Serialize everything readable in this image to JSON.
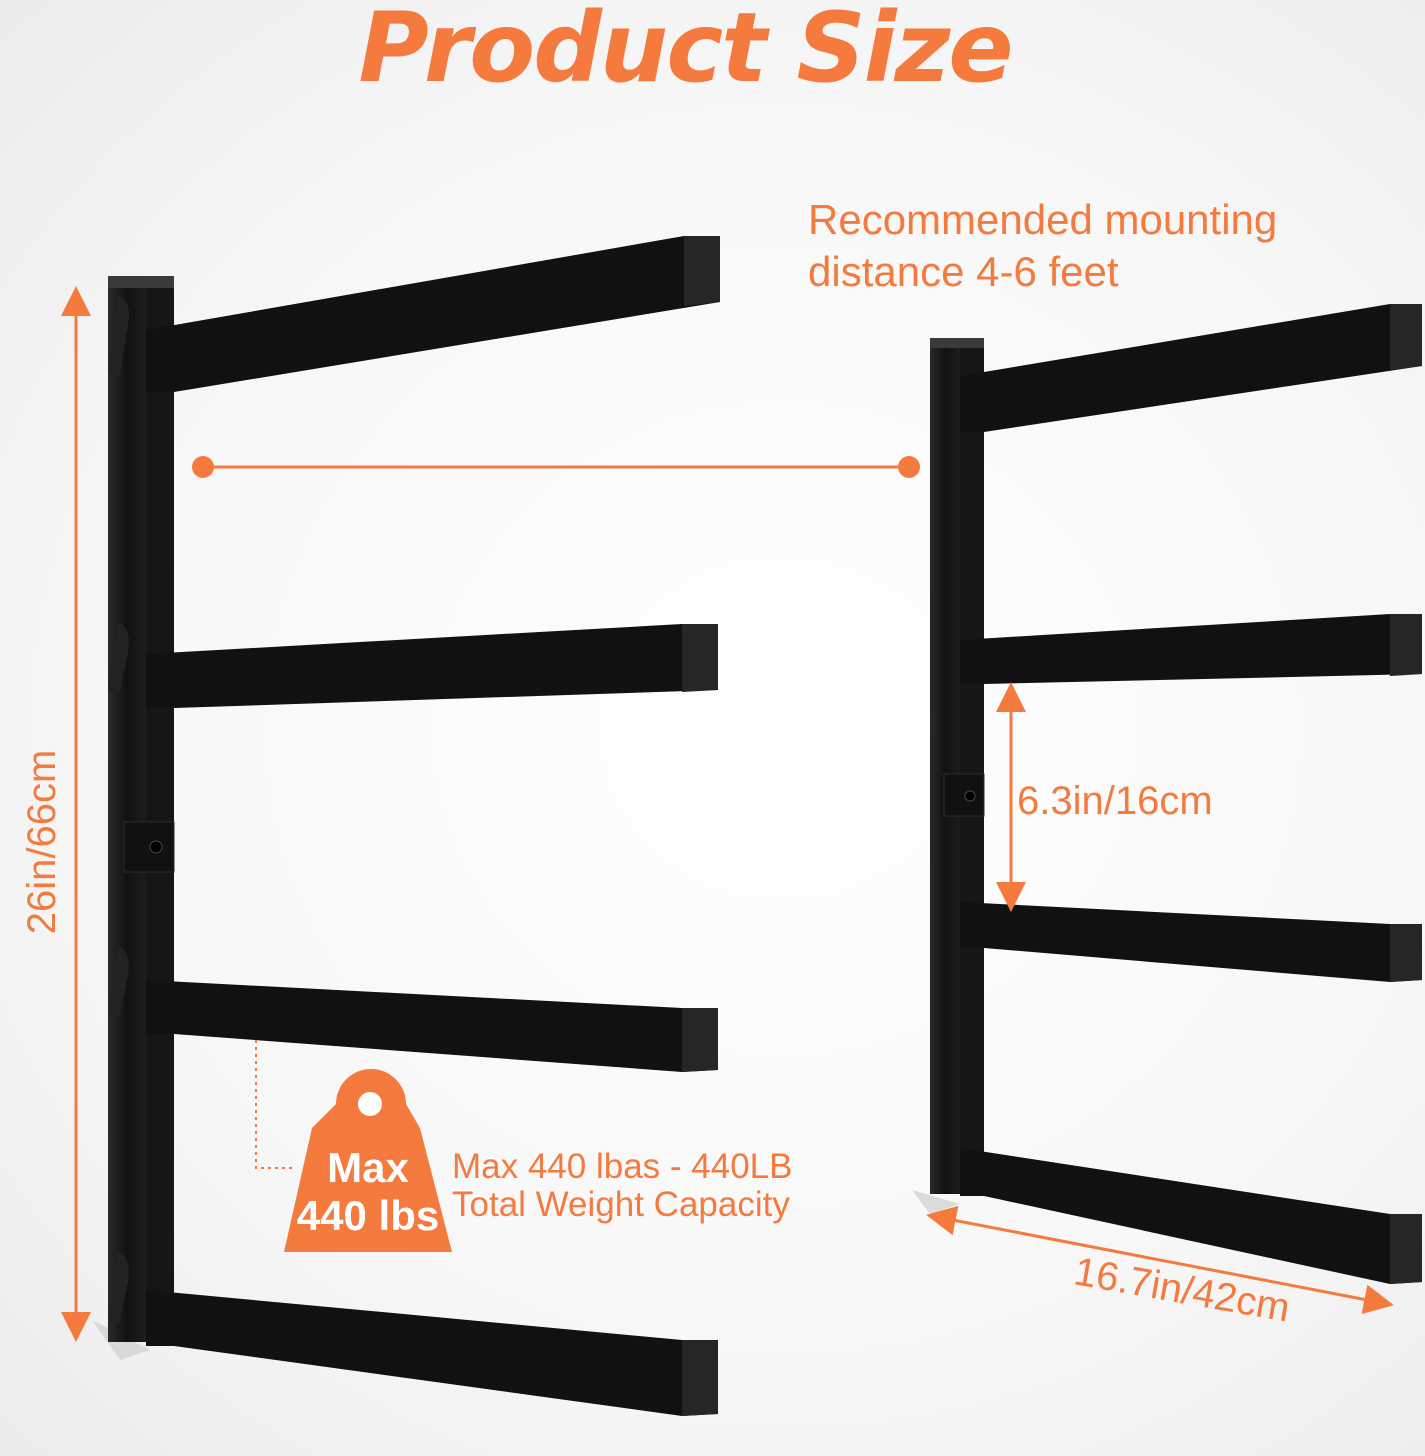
{
  "heading": {
    "title": "Product Size"
  },
  "mounting_note": {
    "line1": "Recommended mounting",
    "line2": "distance 4-6 feet"
  },
  "dimensions": {
    "height": "26in/66cm",
    "arm_spacing": "6.3in/16cm",
    "arm_length": "16.7in/42cm"
  },
  "capacity": {
    "badge_line1": "Max",
    "badge_line2": "440 lbs",
    "line1": "Max 440 lbas - 440LB",
    "line2": "Total Weight Capacity"
  },
  "colors": {
    "accent": "#f47a3e",
    "steel": "#1a1a1a",
    "background": "#f5f5f5"
  },
  "icons": [
    "weight-icon",
    "arrow-icon"
  ]
}
